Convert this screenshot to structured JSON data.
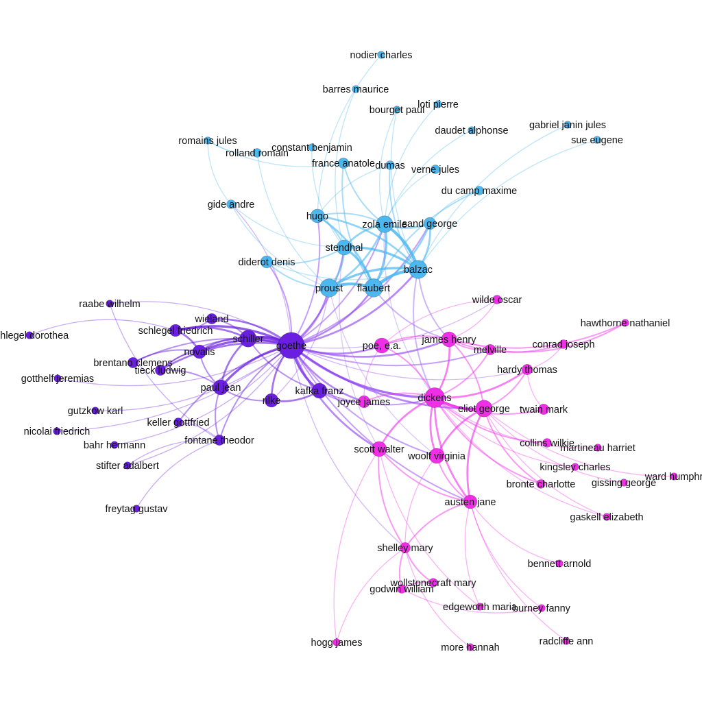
{
  "colors": {
    "french": "#4db8f0",
    "german": "#6a1ee0",
    "english": "#f02ee8",
    "background": "#ffffff",
    "label": "#111111"
  },
  "nodes": [
    {
      "id": "nodier",
      "label": "nodier charles",
      "group": "french",
      "weight": 1
    },
    {
      "id": "barres",
      "label": "barres maurice",
      "group": "french",
      "weight": 1
    },
    {
      "id": "loti",
      "label": "loti pierre",
      "group": "french",
      "weight": 1
    },
    {
      "id": "bourget",
      "label": "bourget paul",
      "group": "french",
      "weight": 1
    },
    {
      "id": "daudet",
      "label": "daudet alphonse",
      "group": "french",
      "weight": 1
    },
    {
      "id": "gabriel",
      "label": "gabriel janin jules",
      "group": "french",
      "weight": 1
    },
    {
      "id": "sue",
      "label": "sue eugene",
      "group": "french",
      "weight": 1
    },
    {
      "id": "romains",
      "label": "romains jules",
      "group": "french",
      "weight": 1
    },
    {
      "id": "constant",
      "label": "constant benjamin",
      "group": "french",
      "weight": 1
    },
    {
      "id": "rolland",
      "label": "rolland romain",
      "group": "french",
      "weight": 1.5
    },
    {
      "id": "france",
      "label": "france anatole",
      "group": "french",
      "weight": 2
    },
    {
      "id": "dumas",
      "label": "dumas",
      "group": "french",
      "weight": 1.5
    },
    {
      "id": "verne",
      "label": "verne jules",
      "group": "french",
      "weight": 1.5
    },
    {
      "id": "ducamp",
      "label": "du camp maxime",
      "group": "french",
      "weight": 1.5
    },
    {
      "id": "gide",
      "label": "gide andre",
      "group": "french",
      "weight": 1.5
    },
    {
      "id": "hugo",
      "label": "hugo",
      "group": "french",
      "weight": 3
    },
    {
      "id": "zola",
      "label": "zola emile",
      "group": "french",
      "weight": 4
    },
    {
      "id": "sand",
      "label": "sand george",
      "group": "french",
      "weight": 2.5
    },
    {
      "id": "stendhal",
      "label": "stendhal",
      "group": "french",
      "weight": 3.5
    },
    {
      "id": "diderot",
      "label": "diderot denis",
      "group": "french",
      "weight": 2.5
    },
    {
      "id": "balzac",
      "label": "balzac",
      "group": "french",
      "weight": 4.5
    },
    {
      "id": "proust",
      "label": "proust",
      "group": "french",
      "weight": 4.5
    },
    {
      "id": "flaubert",
      "label": "flaubert",
      "group": "french",
      "weight": 4.5
    },
    {
      "id": "raabe",
      "label": "raabe wilhelm",
      "group": "german",
      "weight": 1
    },
    {
      "id": "schlegeld",
      "label": "schlegel dorothea",
      "group": "german",
      "weight": 1
    },
    {
      "id": "wieland",
      "label": "wieland",
      "group": "german",
      "weight": 2
    },
    {
      "id": "schlegelf",
      "label": "schlegel friedrich",
      "group": "german",
      "weight": 2.5
    },
    {
      "id": "schiller",
      "label": "schiller",
      "group": "german",
      "weight": 4
    },
    {
      "id": "goethe",
      "label": "goethe",
      "group": "german",
      "weight": 7
    },
    {
      "id": "novalis",
      "label": "novalis",
      "group": "german",
      "weight": 3
    },
    {
      "id": "brentano",
      "label": "brentano clemens",
      "group": "german",
      "weight": 2
    },
    {
      "id": "tieck",
      "label": "tieck ludwig",
      "group": "german",
      "weight": 2
    },
    {
      "id": "gotthelf",
      "label": "gotthelf jeremias",
      "group": "german",
      "weight": 1
    },
    {
      "id": "pauljean",
      "label": "paul jean",
      "group": "german",
      "weight": 3.5
    },
    {
      "id": "rilke",
      "label": "rilke",
      "group": "german",
      "weight": 3
    },
    {
      "id": "kafka",
      "label": "kafka franz",
      "group": "german",
      "weight": 3.5
    },
    {
      "id": "gutzkow",
      "label": "gutzkow karl",
      "group": "german",
      "weight": 1
    },
    {
      "id": "keller",
      "label": "keller gottfried",
      "group": "german",
      "weight": 1.5
    },
    {
      "id": "nicolai",
      "label": "nicolai friedrich",
      "group": "german",
      "weight": 1
    },
    {
      "id": "bahr",
      "label": "bahr hermann",
      "group": "german",
      "weight": 1
    },
    {
      "id": "fontane",
      "label": "fontane theodor",
      "group": "german",
      "weight": 2
    },
    {
      "id": "stifter",
      "label": "stifter adalbert",
      "group": "german",
      "weight": 1
    },
    {
      "id": "freytag",
      "label": "freytag gustav",
      "group": "german",
      "weight": 1
    },
    {
      "id": "wilde",
      "label": "wilde oscar",
      "group": "english",
      "weight": 1.5
    },
    {
      "id": "hawthorne",
      "label": "hawthorne nathaniel",
      "group": "english",
      "weight": 1
    },
    {
      "id": "poe",
      "label": "poe, e.a.",
      "group": "english",
      "weight": 3.5
    },
    {
      "id": "jameshenry",
      "label": "james henry",
      "group": "english",
      "weight": 3.5
    },
    {
      "id": "melville",
      "label": "melville",
      "group": "english",
      "weight": 2
    },
    {
      "id": "conrad",
      "label": "conrad joseph",
      "group": "english",
      "weight": 1.5
    },
    {
      "id": "hardy",
      "label": "hardy thomas",
      "group": "english",
      "weight": 2
    },
    {
      "id": "dickens",
      "label": "dickens",
      "group": "english",
      "weight": 5
    },
    {
      "id": "joyce",
      "label": "joyce james",
      "group": "english",
      "weight": 2.5
    },
    {
      "id": "eliot",
      "label": "eliot george",
      "group": "english",
      "weight": 4
    },
    {
      "id": "twain",
      "label": "twain mark",
      "group": "english",
      "weight": 2
    },
    {
      "id": "collins",
      "label": "collins wilkie",
      "group": "english",
      "weight": 1.5
    },
    {
      "id": "martineau",
      "label": "martineau harriet",
      "group": "english",
      "weight": 1
    },
    {
      "id": "scott",
      "label": "scott walter",
      "group": "english",
      "weight": 3.5
    },
    {
      "id": "woolf",
      "label": "woolf virginia",
      "group": "english",
      "weight": 3.5
    },
    {
      "id": "kingsley",
      "label": "kingsley charles",
      "group": "english",
      "weight": 1
    },
    {
      "id": "ward",
      "label": "ward humphr",
      "group": "english",
      "weight": 1
    },
    {
      "id": "gissing",
      "label": "gissing george",
      "group": "english",
      "weight": 1
    },
    {
      "id": "bronte",
      "label": "bronte charlotte",
      "group": "english",
      "weight": 1.5
    },
    {
      "id": "austen",
      "label": "austen jane",
      "group": "english",
      "weight": 3
    },
    {
      "id": "gaskell",
      "label": "gaskell elizabeth",
      "group": "english",
      "weight": 1
    },
    {
      "id": "shelley",
      "label": "shelley mary",
      "group": "english",
      "weight": 2
    },
    {
      "id": "bennett",
      "label": "bennett arnold",
      "group": "english",
      "weight": 1
    },
    {
      "id": "wollstonecraft",
      "label": "wollstonecraft mary",
      "group": "english",
      "weight": 1.5
    },
    {
      "id": "godwin",
      "label": "godwin william",
      "group": "english",
      "weight": 1.5
    },
    {
      "id": "edgeworth",
      "label": "edgeworth maria",
      "group": "english",
      "weight": 1
    },
    {
      "id": "burney",
      "label": "burney fanny",
      "group": "english",
      "weight": 1
    },
    {
      "id": "hogg",
      "label": "hogg james",
      "group": "english",
      "weight": 1
    },
    {
      "id": "more",
      "label": "more hannah",
      "group": "english",
      "weight": 1
    },
    {
      "id": "radcliffe",
      "label": "radcliffe ann",
      "group": "english",
      "weight": 1
    }
  ],
  "edges": [
    [
      "goethe",
      "schiller",
      6
    ],
    [
      "goethe",
      "novalis",
      4
    ],
    [
      "goethe",
      "schlegelf",
      4
    ],
    [
      "goethe",
      "wieland",
      3
    ],
    [
      "goethe",
      "pauljean",
      4
    ],
    [
      "goethe",
      "rilke",
      3
    ],
    [
      "goethe",
      "kafka",
      4
    ],
    [
      "goethe",
      "tieck",
      3
    ],
    [
      "goethe",
      "brentano",
      2
    ],
    [
      "goethe",
      "fontane",
      2
    ],
    [
      "goethe",
      "keller",
      2
    ],
    [
      "goethe",
      "raabe",
      1
    ],
    [
      "goethe",
      "balzac",
      3
    ],
    [
      "goethe",
      "flaubert",
      3
    ],
    [
      "goethe",
      "proust",
      3
    ],
    [
      "goethe",
      "stendhal",
      2
    ],
    [
      "goethe",
      "zola",
      2
    ],
    [
      "goethe",
      "hugo",
      2
    ],
    [
      "goethe",
      "diderot",
      2
    ],
    [
      "goethe",
      "sand",
      2
    ],
    [
      "goethe",
      "dickens",
      4
    ],
    [
      "goethe",
      "poe",
      3
    ],
    [
      "goethe",
      "jameshenry",
      3
    ],
    [
      "goethe",
      "eliot",
      3
    ],
    [
      "goethe",
      "joyce",
      3
    ],
    [
      "goethe",
      "scott",
      3
    ],
    [
      "goethe",
      "woolf",
      2
    ],
    [
      "goethe",
      "melville",
      2
    ],
    [
      "goethe",
      "austen",
      2
    ],
    [
      "goethe",
      "shelley",
      1
    ],
    [
      "goethe",
      "hardy",
      1
    ],
    [
      "goethe",
      "wilde",
      1
    ],
    [
      "goethe",
      "gide",
      1
    ],
    [
      "schiller",
      "novalis",
      3
    ],
    [
      "schiller",
      "schlegelf",
      3
    ],
    [
      "schiller",
      "pauljean",
      3
    ],
    [
      "schiller",
      "wieland",
      2
    ],
    [
      "schiller",
      "tieck",
      2
    ],
    [
      "schiller",
      "kafka",
      2
    ],
    [
      "novalis",
      "schlegelf",
      3
    ],
    [
      "novalis",
      "tieck",
      2
    ],
    [
      "novalis",
      "brentano",
      2
    ],
    [
      "novalis",
      "pauljean",
      2
    ],
    [
      "schlegelf",
      "schlegeld",
      1
    ],
    [
      "schlegelf",
      "wieland",
      2
    ],
    [
      "pauljean",
      "tieck",
      2
    ],
    [
      "pauljean",
      "rilke",
      2
    ],
    [
      "pauljean",
      "fontane",
      2
    ],
    [
      "rilke",
      "kafka",
      3
    ],
    [
      "kafka",
      "joyce",
      2
    ],
    [
      "kafka",
      "dickens",
      2
    ],
    [
      "rilke",
      "proust",
      1
    ],
    [
      "fontane",
      "freytag",
      1
    ],
    [
      "fontane",
      "stifter",
      1
    ],
    [
      "fontane",
      "keller",
      1
    ],
    [
      "raabe",
      "fontane",
      1
    ],
    [
      "gutzkow",
      "goethe",
      1
    ],
    [
      "bahr",
      "goethe",
      1
    ],
    [
      "nicolai",
      "goethe",
      1
    ],
    [
      "gotthelf",
      "goethe",
      1
    ],
    [
      "stifter",
      "goethe",
      1
    ],
    [
      "balzac",
      "flaubert",
      5
    ],
    [
      "balzac",
      "zola",
      5
    ],
    [
      "balzac",
      "stendhal",
      4
    ],
    [
      "balzac",
      "proust",
      4
    ],
    [
      "balzac",
      "hugo",
      3
    ],
    [
      "balzac",
      "sand",
      3
    ],
    [
      "flaubert",
      "proust",
      5
    ],
    [
      "flaubert",
      "zola",
      4
    ],
    [
      "flaubert",
      "stendhal",
      4
    ],
    [
      "flaubert",
      "hugo",
      3
    ],
    [
      "flaubert",
      "sand",
      3
    ],
    [
      "proust",
      "stendhal",
      3
    ],
    [
      "proust",
      "zola",
      3
    ],
    [
      "zola",
      "stendhal",
      3
    ],
    [
      "zola",
      "hugo",
      2
    ],
    [
      "zola",
      "sand",
      3
    ],
    [
      "stendhal",
      "hugo",
      2
    ],
    [
      "diderot",
      "stendhal",
      2
    ],
    [
      "diderot",
      "proust",
      2
    ],
    [
      "diderot",
      "balzac",
      1
    ],
    [
      "france",
      "zola",
      2
    ],
    [
      "france",
      "flaubert",
      2
    ],
    [
      "dumas",
      "balzac",
      2
    ],
    [
      "dumas",
      "hugo",
      1
    ],
    [
      "verne",
      "zola",
      1
    ],
    [
      "ducamp",
      "flaubert",
      2
    ],
    [
      "ducamp",
      "sand",
      1
    ],
    [
      "bourget",
      "balzac",
      1
    ],
    [
      "bourget",
      "zola",
      1
    ],
    [
      "loti",
      "zola",
      1
    ],
    [
      "daudet",
      "zola",
      1
    ],
    [
      "constant",
      "stendhal",
      1
    ],
    [
      "romains",
      "rolland",
      1
    ],
    [
      "rolland",
      "proust",
      1
    ],
    [
      "romains",
      "gide",
      1
    ],
    [
      "gide",
      "proust",
      1
    ],
    [
      "gide",
      "stendhal",
      1
    ],
    [
      "nodier",
      "hugo",
      1
    ],
    [
      "barres",
      "stendhal",
      1
    ],
    [
      "sue",
      "balzac",
      1
    ],
    [
      "gabriel",
      "balzac",
      1
    ],
    [
      "romains",
      "france",
      1
    ],
    [
      "balzac",
      "dickens",
      2
    ],
    [
      "balzac",
      "jameshenry",
      2
    ],
    [
      "flaubert",
      "jameshenry",
      2
    ],
    [
      "proust",
      "woolf",
      1
    ],
    [
      "zola",
      "dickens",
      1
    ],
    [
      "stendhal",
      "scott",
      1
    ],
    [
      "dickens",
      "eliot",
      5
    ],
    [
      "dickens",
      "jameshenry",
      3
    ],
    [
      "dickens",
      "scott",
      3
    ],
    [
      "dickens",
      "woolf",
      3
    ],
    [
      "dickens",
      "austen",
      3
    ],
    [
      "dickens",
      "hardy",
      3
    ],
    [
      "dickens",
      "twain",
      2
    ],
    [
      "dickens",
      "collins",
      2
    ],
    [
      "dickens",
      "poe",
      2
    ],
    [
      "dickens",
      "joyce",
      2
    ],
    [
      "dickens",
      "melville",
      2
    ],
    [
      "dickens",
      "bronte",
      2
    ],
    [
      "dickens",
      "kingsley",
      1
    ],
    [
      "dickens",
      "gaskell",
      1
    ],
    [
      "dickens",
      "martineau",
      1
    ],
    [
      "eliot",
      "woolf",
      3
    ],
    [
      "eliot",
      "austen",
      3
    ],
    [
      "eliot",
      "hardy",
      2
    ],
    [
      "eliot",
      "jameshenry",
      2
    ],
    [
      "eliot",
      "gissing",
      1
    ],
    [
      "eliot",
      "ward",
      1
    ],
    [
      "eliot",
      "bronte",
      2
    ],
    [
      "eliot",
      "gaskell",
      1
    ],
    [
      "jameshenry",
      "hawthorne",
      2
    ],
    [
      "jameshenry",
      "melville",
      2
    ],
    [
      "jameshenry",
      "poe",
      2
    ],
    [
      "jameshenry",
      "conrad",
      2
    ],
    [
      "jameshenry",
      "wilde",
      1
    ],
    [
      "melville",
      "hawthorne",
      2
    ],
    [
      "melville",
      "poe",
      1
    ],
    [
      "hardy",
      "conrad",
      1
    ],
    [
      "hardy",
      "twain",
      1
    ],
    [
      "scott",
      "austen",
      2
    ],
    [
      "scott",
      "shelley",
      2
    ],
    [
      "woolf",
      "austen",
      2
    ],
    [
      "woolf",
      "shelley",
      1
    ],
    [
      "austen",
      "shelley",
      2
    ],
    [
      "austen",
      "burney",
      1
    ],
    [
      "austen",
      "edgeworth",
      1
    ],
    [
      "austen",
      "radcliffe",
      1
    ],
    [
      "austen",
      "bennett",
      1
    ],
    [
      "shelley",
      "wollstonecraft",
      2
    ],
    [
      "shelley",
      "godwin",
      2
    ],
    [
      "wollstonecraft",
      "godwin",
      2
    ],
    [
      "shelley",
      "hogg",
      1
    ],
    [
      "shelley",
      "more",
      1
    ],
    [
      "scott",
      "edgeworth",
      1
    ],
    [
      "scott",
      "hogg",
      1
    ],
    [
      "godwin",
      "burney",
      1
    ],
    [
      "poe",
      "joyce",
      1
    ],
    [
      "wilde",
      "poe",
      1
    ]
  ]
}
